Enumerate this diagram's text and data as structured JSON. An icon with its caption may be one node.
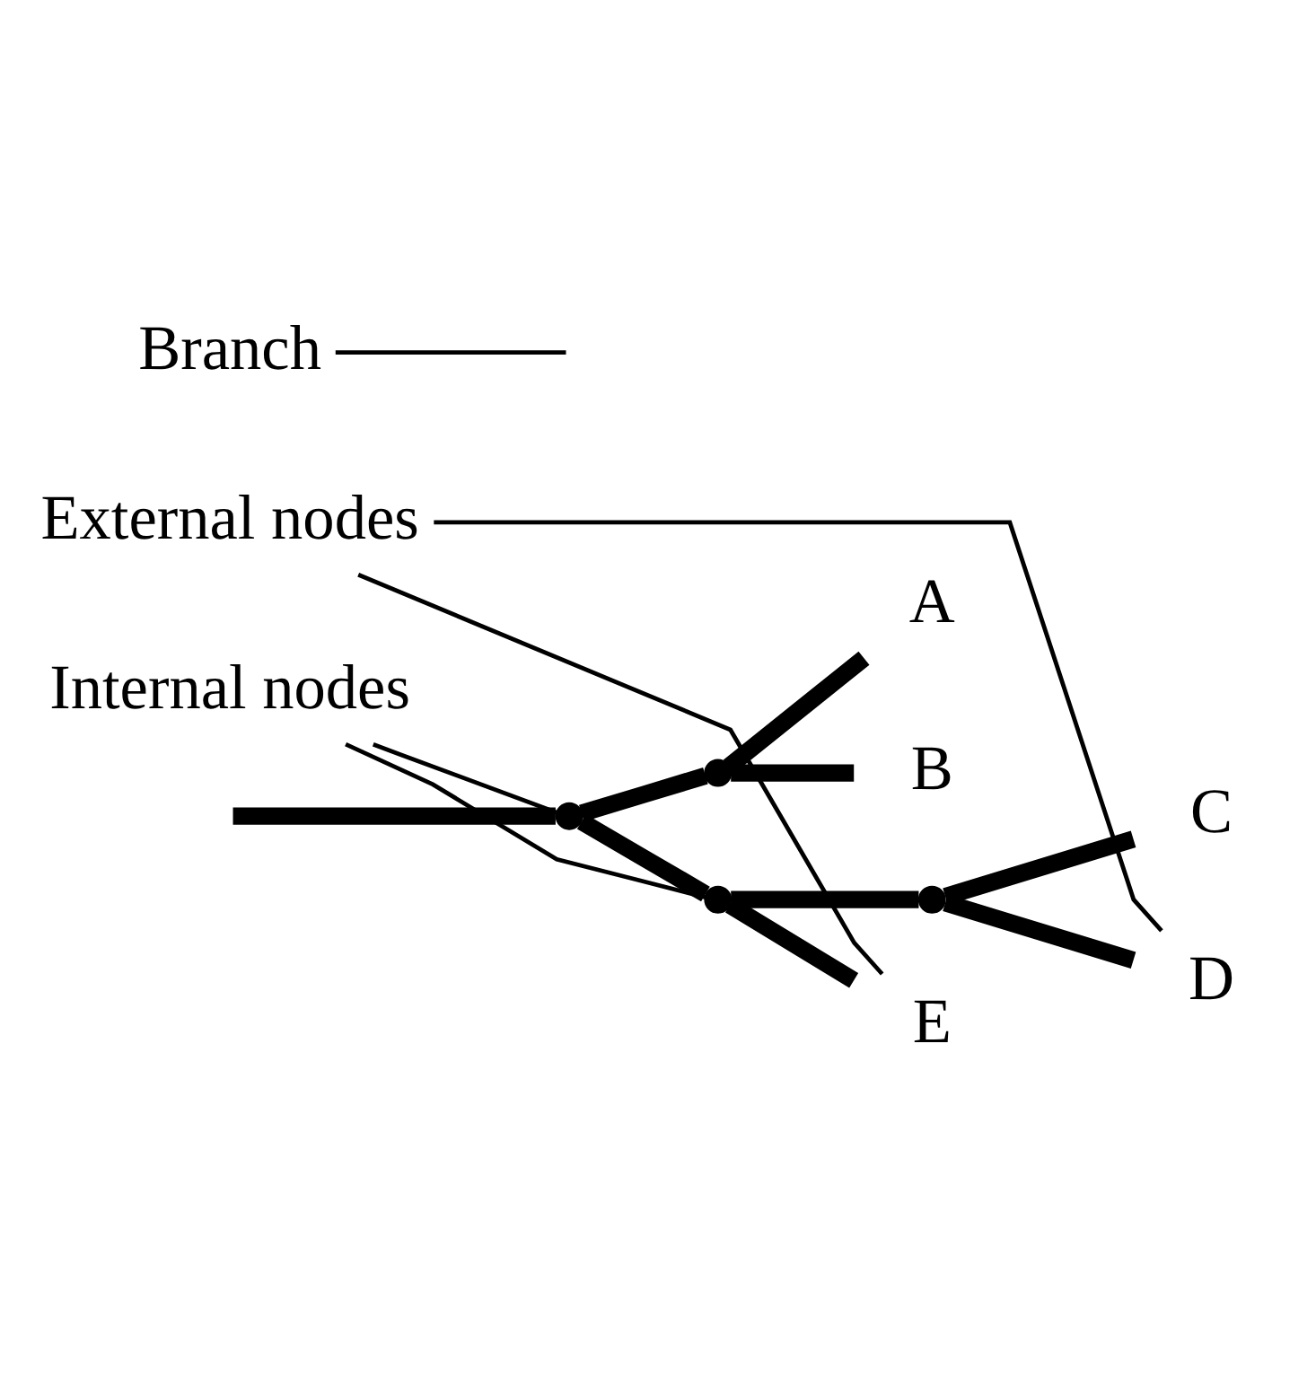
{
  "diagram": {
    "nodes": [
      {
        "text": [],
        "shape": "point"
      },
      {
        "text": [],
        "shape": "point"
      },
      {
        "text": [
          "A"
        ]
      },
      {
        "text": [
          "B"
        ]
      },
      {
        "text": [],
        "shape": "point"
      },
      {
        "text": [],
        "shape": "point"
      },
      {
        "text": [
          "C"
        ]
      },
      {
        "text": [
          "D"
        ]
      },
      {
        "text": [
          "E"
        ]
      },
      {
        "text": [
          "Internal nodes"
        ]
      },
      {
        "text": [
          "Branch"
        ]
      },
      {
        "text": [
          "External nodes"
        ]
      }
    ],
    "edges": [
      {
        "from": null,
        "to": 0,
        "arrow": "none"
      },
      {
        "from": 0,
        "to": 1,
        "arrow": "none"
      },
      {
        "from": 1,
        "to": 2,
        "arrow": "none"
      },
      {
        "from": 1,
        "to": 3,
        "arrow": "none"
      },
      {
        "from": 0,
        "to": 4,
        "arrow": "none"
      },
      {
        "from": 4,
        "to": 5,
        "arrow": "none"
      },
      {
        "from": 5,
        "to": 6,
        "arrow": "none"
      },
      {
        "from": 5,
        "to": 7,
        "arrow": "none"
      },
      {
        "from": 4,
        "to": 8,
        "arrow": "none"
      },
      {
        "from": 9,
        "to": 0,
        "arrow": "none"
      },
      {
        "from": 9,
        "to": 4,
        "arrow": "none"
      },
      {
        "from": 10,
        "to": null,
        "arrow": "none"
      },
      {
        "from": 11,
        "to": 7,
        "arrow": "none"
      },
      {
        "from": 11,
        "to": 8,
        "arrow": "none"
      }
    ]
  }
}
